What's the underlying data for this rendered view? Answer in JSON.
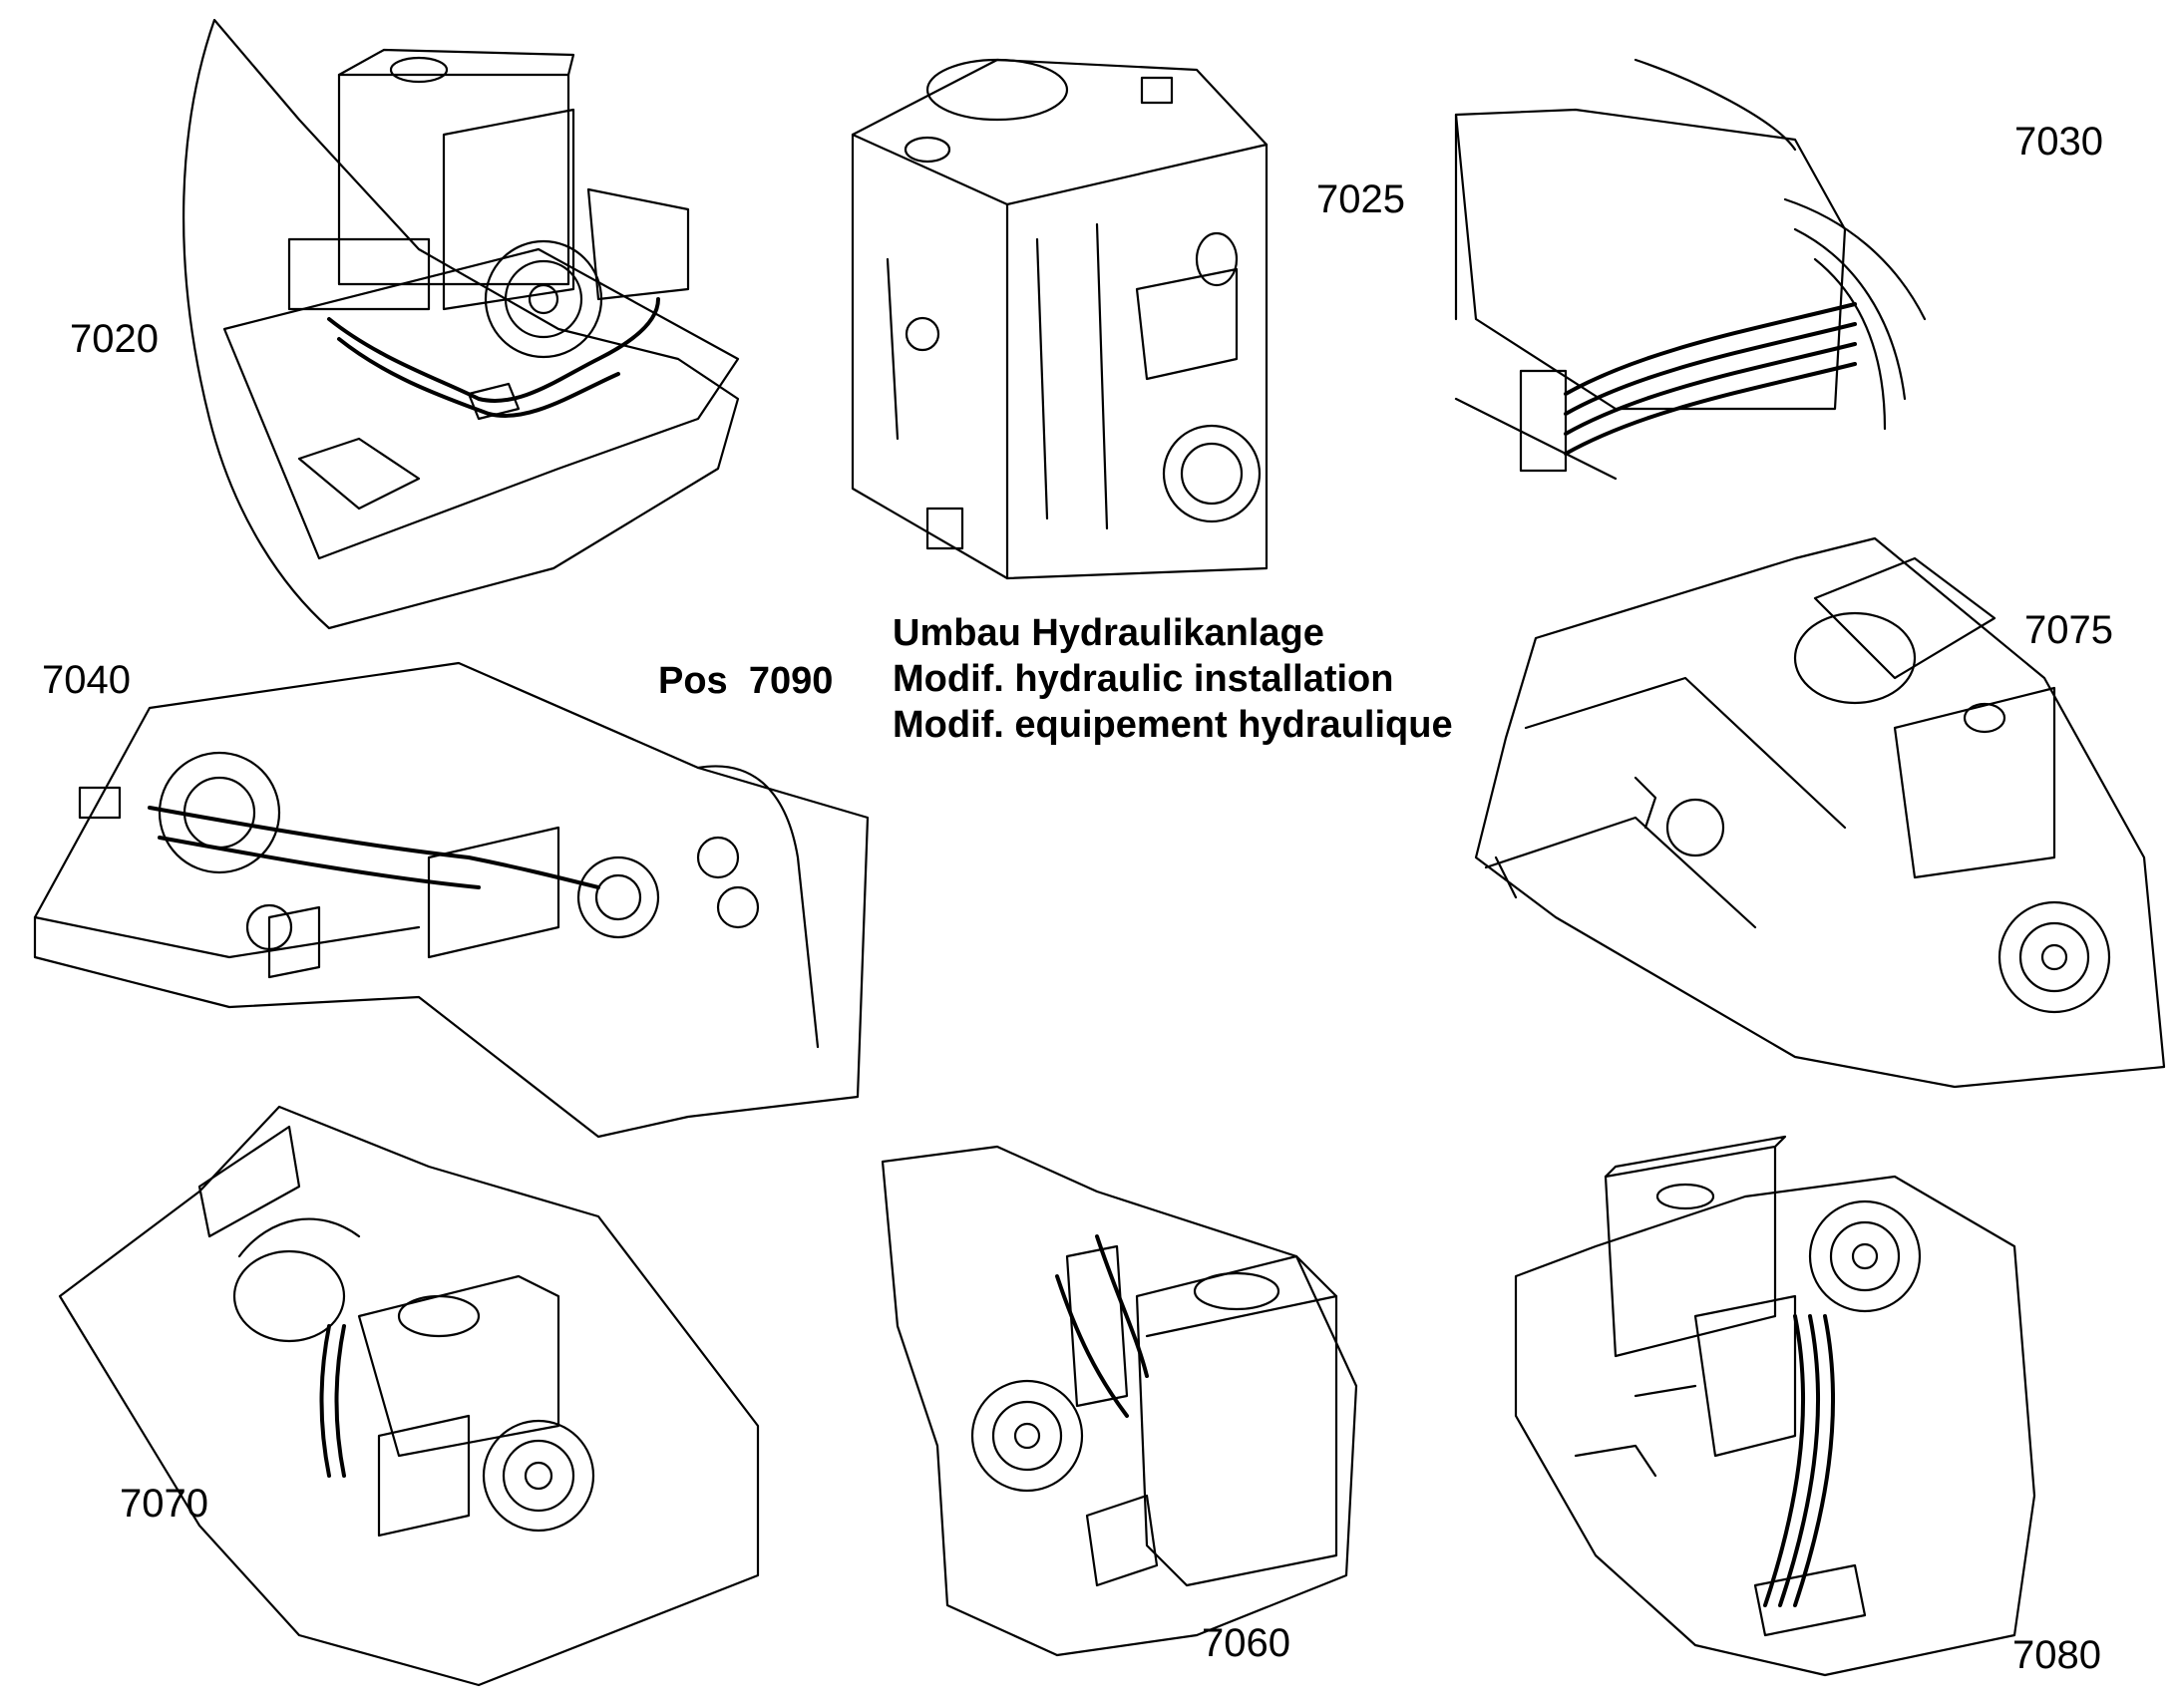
{
  "title": {
    "pos_label": "Pos",
    "pos_number": "7090",
    "lines": [
      "Umbau Hydraulikanlage",
      "Modif. hydraulic installation",
      "Modif. equipement hydraulique"
    ]
  },
  "callouts": {
    "c7020": "7020",
    "c7025": "7025",
    "c7030": "7030",
    "c7040": "7040",
    "c7075": "7075",
    "c7070": "7070",
    "c7060": "7060",
    "c7080": "7080"
  },
  "colors": {
    "ink": "#000000",
    "paper": "#ffffff"
  }
}
